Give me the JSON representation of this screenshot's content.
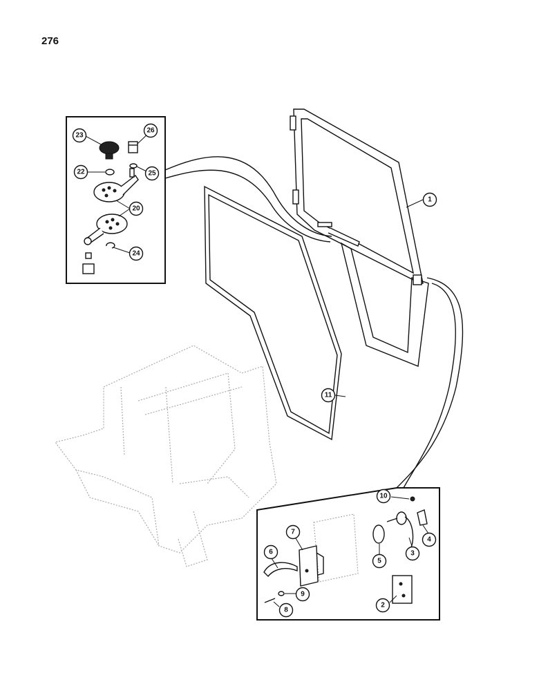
{
  "page": {
    "number": "276"
  },
  "callouts": [
    {
      "id": "c1",
      "label": "1"
    },
    {
      "id": "c2",
      "label": "2"
    },
    {
      "id": "c3",
      "label": "3"
    },
    {
      "id": "c4",
      "label": "4"
    },
    {
      "id": "c5",
      "label": "5"
    },
    {
      "id": "c6",
      "label": "6"
    },
    {
      "id": "c7",
      "label": "7"
    },
    {
      "id": "c8",
      "label": "8"
    },
    {
      "id": "c9",
      "label": "9"
    },
    {
      "id": "c10",
      "label": "10"
    },
    {
      "id": "c11",
      "label": "11"
    },
    {
      "id": "c20",
      "label": "20"
    },
    {
      "id": "c22",
      "label": "22"
    },
    {
      "id": "c23",
      "label": "23"
    },
    {
      "id": "c24",
      "label": "24"
    },
    {
      "id": "c25",
      "label": "25"
    },
    {
      "id": "c26",
      "label": "26"
    }
  ]
}
